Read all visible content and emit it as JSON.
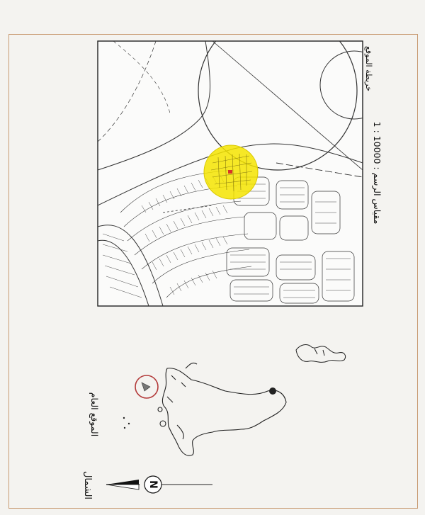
{
  "site_map": {
    "title": "خريطة الموقع",
    "scale": "مقياس الرسم : 10000 : 1"
  },
  "general_location": {
    "title": "الموقع العام"
  },
  "north": {
    "label": "الشمال",
    "letter": "N",
    "icon": "north-arrow-icon"
  },
  "colors": {
    "frame": "#c89a72",
    "highlight": "#f5e400",
    "location_circle": "#b33a3a"
  }
}
